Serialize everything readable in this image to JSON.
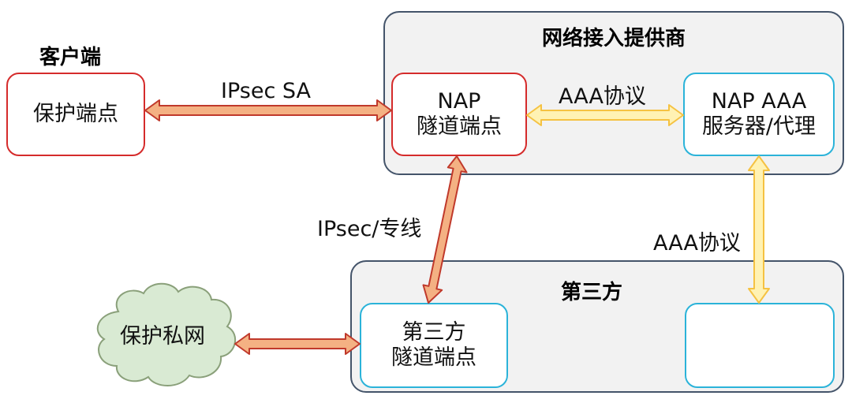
{
  "client": {
    "title": "客户端",
    "endpoint": "保护端点"
  },
  "nap_group": {
    "title": "网络接入提供商",
    "tunnel_endpoint": [
      "NAP",
      "隧道端点"
    ],
    "aaa_server": [
      "NAP AAA",
      "服务器/代理"
    ]
  },
  "third_party_group": {
    "title": "第三方",
    "tunnel_endpoint": [
      "第三方",
      "隧道端点"
    ]
  },
  "cloud": {
    "label": "保护私网"
  },
  "links": {
    "ipsec_sa": "IPsec SA",
    "aaa_top": "AAA协议",
    "ipsec_leased": "IPsec/专线",
    "aaa_right": "AAA协议"
  },
  "colors": {
    "red_border": "#d52b2b",
    "blue_border": "#2bb3d9",
    "group_border": "#44546a",
    "group_fill": "#f2f2f2",
    "red_arrow_fill": "#f4b183",
    "red_arrow_stroke": "#c0392b",
    "yellow_arrow_fill": "#fff2b3",
    "yellow_arrow_stroke": "#f5c242",
    "cloud_fill": "#d9ead3",
    "cloud_stroke": "#8aa07a"
  }
}
